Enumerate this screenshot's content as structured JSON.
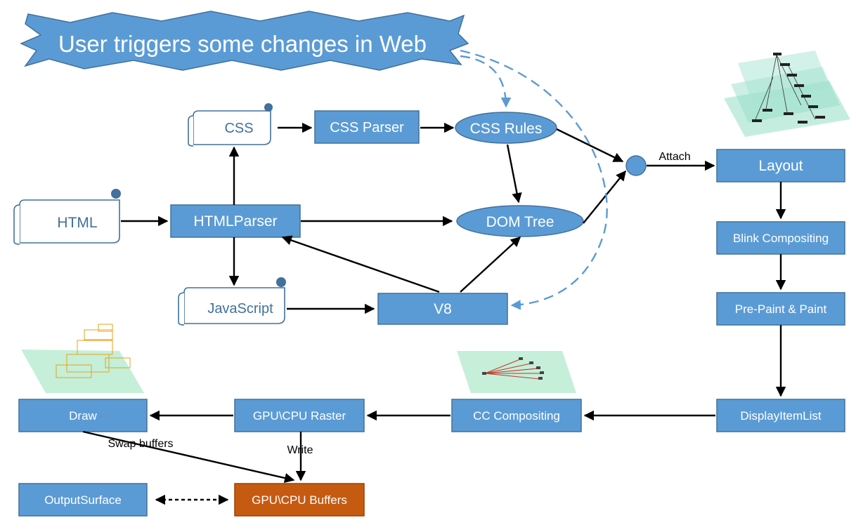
{
  "banner": {
    "text": "User triggers some changes in Web"
  },
  "nodes": {
    "html": "HTML",
    "css": "CSS",
    "javascript": "JavaScript",
    "css_parser": "CSS Parser",
    "css_rules": "CSS Rules",
    "html_parser": "HTMLParser",
    "dom_tree": "DOM Tree",
    "v8": "V8",
    "layout": "Layout",
    "blink_compositing": "Blink Compositing",
    "pre_paint": "Pre-Paint & Paint",
    "display_item_list": "DisplayItemList",
    "cc_compositing": "CC Compositing",
    "raster": "GPU\\CPU Raster",
    "draw": "Draw",
    "buffers": "GPU\\CPU Buffers",
    "output_surface": "OutputSurface"
  },
  "edge_labels": {
    "attach": "Attach",
    "swap_buffers": "Swap buffers",
    "write": "Write"
  },
  "colors": {
    "node_fill": "#5b9bd5",
    "node_stroke": "#41719c",
    "highlight_node": "#c55a11"
  }
}
